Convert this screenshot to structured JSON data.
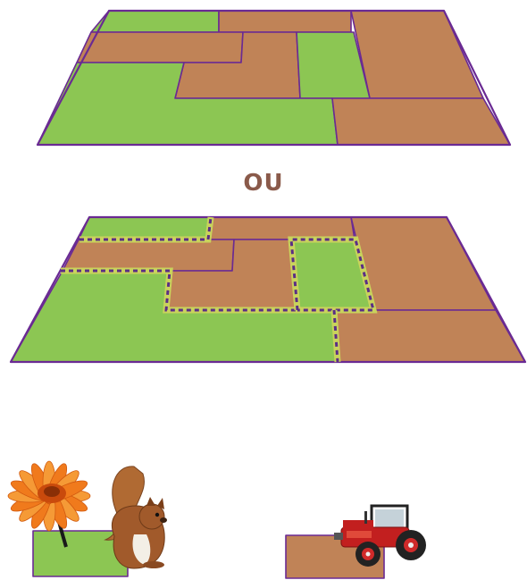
{
  "separator_word": "OU",
  "colors": {
    "field_green": "#8cc653",
    "field_brown": "#c08357",
    "border_purple": "#6a2a93",
    "hedge_yellow": "#c9d35c",
    "hedge_dots": "#5a2e86",
    "flower_orange": "#f07a1c",
    "squirrel_brown": "#a15a2b",
    "tractor_red": "#c21f1f"
  },
  "legend": [
    {
      "name": "green-plot-with-flower-and-squirrel",
      "color_key": "field_green",
      "icons": [
        "flower-icon",
        "squirrel-icon"
      ]
    },
    {
      "name": "brown-plot-with-tractor",
      "color_key": "field_brown",
      "icons": [
        "tractor-icon"
      ]
    }
  ]
}
